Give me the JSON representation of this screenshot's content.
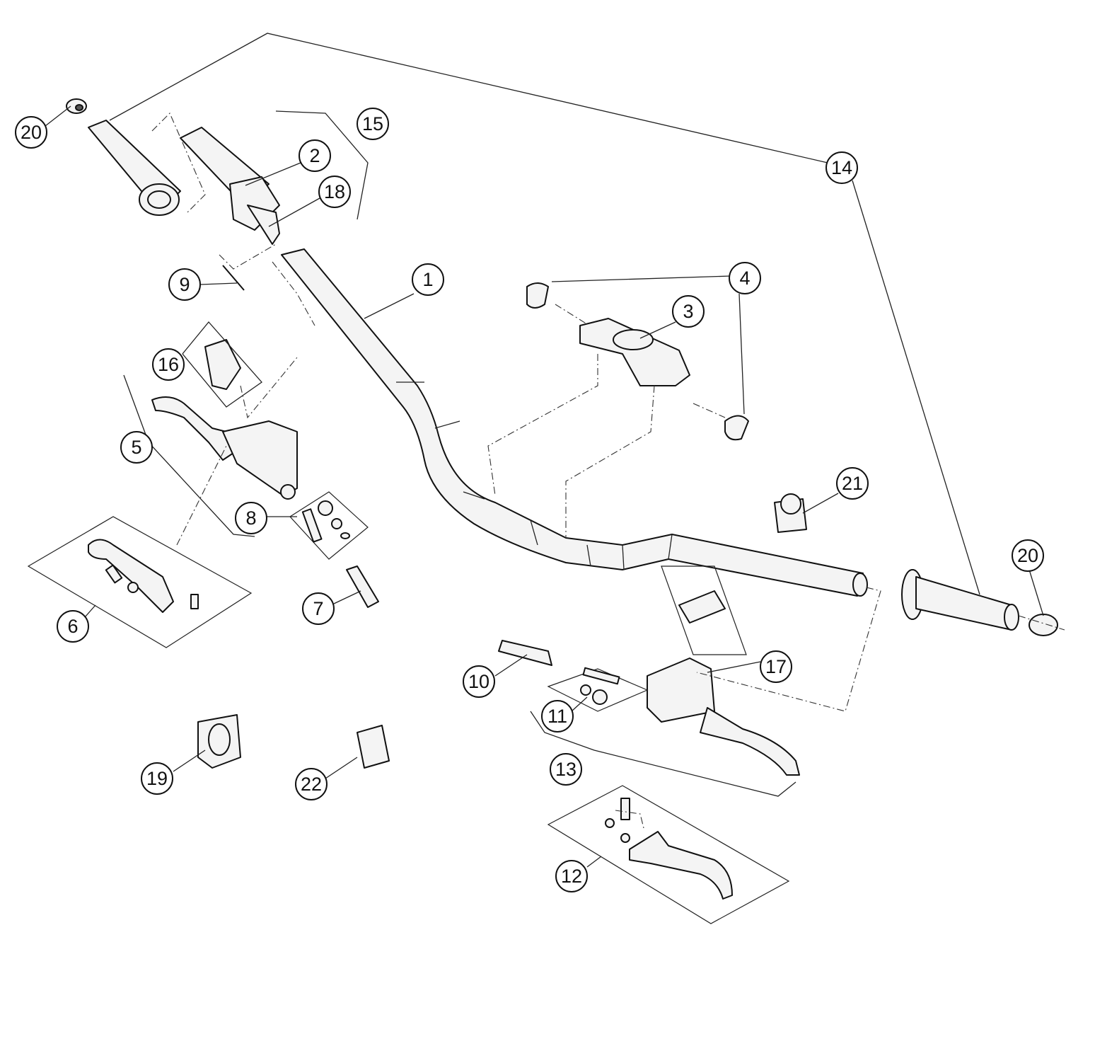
{
  "callouts": [
    {
      "id": "c1",
      "label": "1"
    },
    {
      "id": "c2",
      "label": "2"
    },
    {
      "id": "c3",
      "label": "3"
    },
    {
      "id": "c4",
      "label": "4"
    },
    {
      "id": "c5",
      "label": "5"
    },
    {
      "id": "c6",
      "label": "6"
    },
    {
      "id": "c7",
      "label": "7"
    },
    {
      "id": "c8",
      "label": "8"
    },
    {
      "id": "c9",
      "label": "9"
    },
    {
      "id": "c10",
      "label": "10"
    },
    {
      "id": "c11",
      "label": "11"
    },
    {
      "id": "c12",
      "label": "12"
    },
    {
      "id": "c13",
      "label": "13"
    },
    {
      "id": "c14",
      "label": "14"
    },
    {
      "id": "c15",
      "label": "15"
    },
    {
      "id": "c16",
      "label": "16"
    },
    {
      "id": "c17",
      "label": "17"
    },
    {
      "id": "c18",
      "label": "18"
    },
    {
      "id": "c19",
      "label": "19"
    },
    {
      "id": "c20a",
      "label": "20"
    },
    {
      "id": "c20b",
      "label": "20"
    },
    {
      "id": "c21",
      "label": "21"
    },
    {
      "id": "c22",
      "label": "22"
    }
  ]
}
